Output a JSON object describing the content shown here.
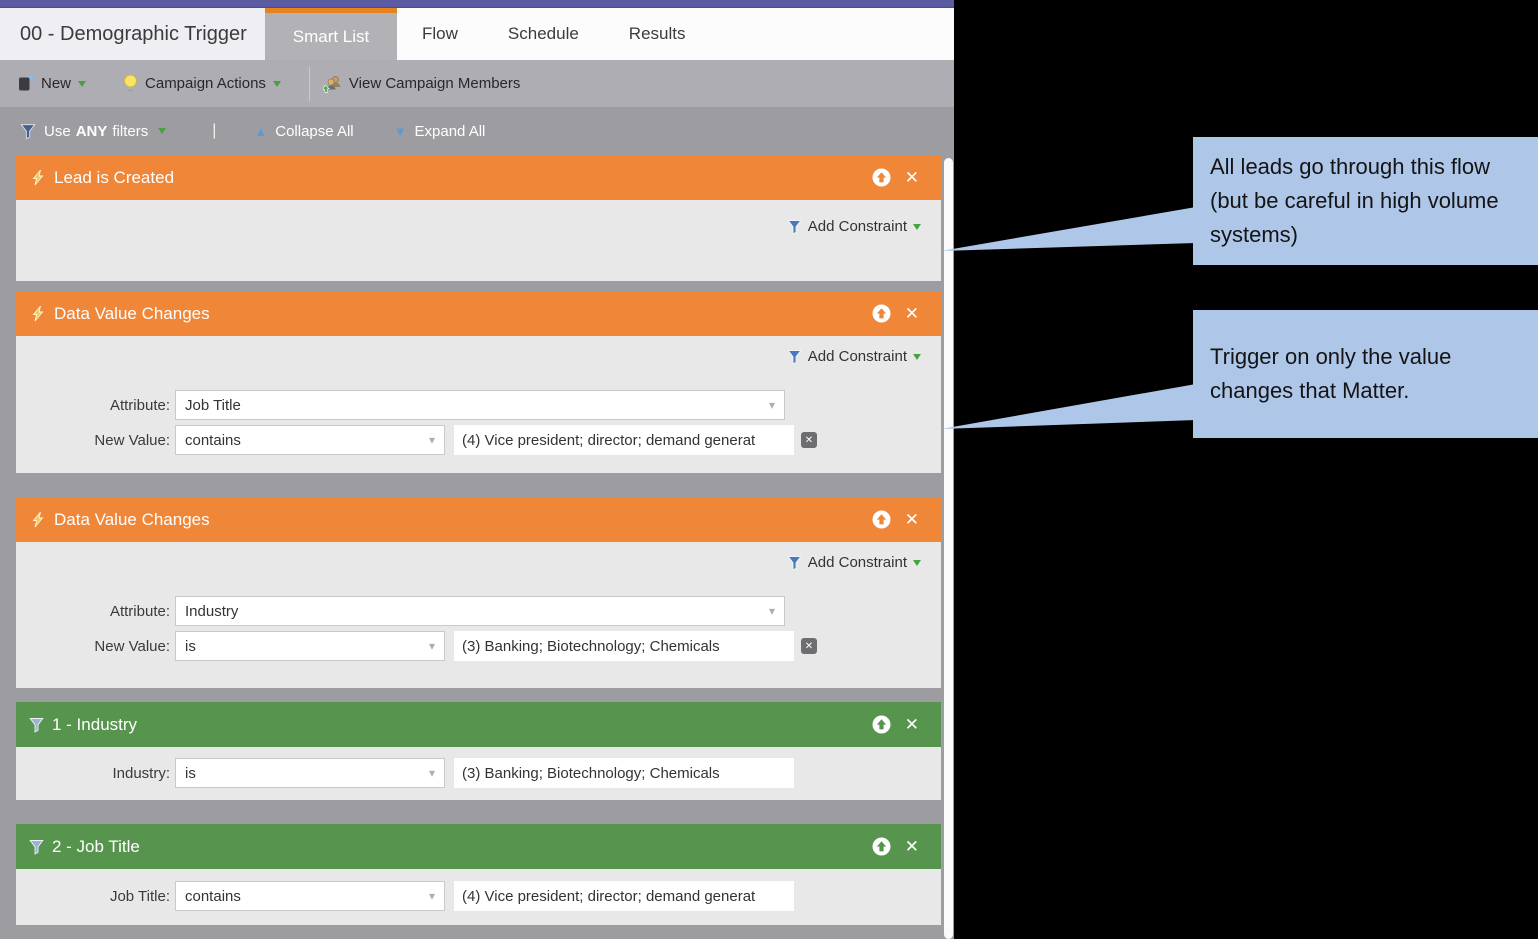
{
  "app": {
    "title": "00 - Demographic Trigger",
    "tabs": [
      {
        "label": "Smart List",
        "active": true
      },
      {
        "label": "Flow",
        "active": false
      },
      {
        "label": "Schedule",
        "active": false
      },
      {
        "label": "Results",
        "active": false
      }
    ],
    "toolbar": {
      "new_label": "New",
      "campaign_actions_label": "Campaign Actions",
      "view_campaign_members_label": "View Campaign Members",
      "icons": [
        "notebook-icon",
        "lightbulb-icon",
        "people-add-icon",
        "green-dropdown-arrow"
      ]
    },
    "filter_bar": {
      "funnel_icon": "funnel-icon",
      "use_prefix": "Use",
      "mode": "ANY",
      "use_suffix": "filters",
      "divider": "|",
      "collapse_all_label": "Collapse All",
      "expand_all_label": "Expand All"
    }
  },
  "cards": [
    {
      "type": "trigger",
      "title": "Lead is Created",
      "add_constraint_label": "Add Constraint",
      "rows": []
    },
    {
      "type": "trigger",
      "title": "Data Value Changes",
      "add_constraint_label": "Add Constraint",
      "rows": [
        {
          "label": "Attribute:",
          "select_value": "Job Title"
        },
        {
          "label": "New Value:",
          "select_value": "contains",
          "text_value": "(4) Vice president; director; demand generat",
          "removable": true
        }
      ]
    },
    {
      "type": "trigger",
      "title": "Data Value Changes",
      "add_constraint_label": "Add Constraint",
      "rows": [
        {
          "label": "Attribute:",
          "select_value": "Industry"
        },
        {
          "label": "New Value:",
          "select_value": "is",
          "text_value": "(3) Banking; Biotechnology; Chemicals",
          "removable": true
        }
      ]
    },
    {
      "type": "filter",
      "title": "1 - Industry",
      "rows": [
        {
          "label": "Industry:",
          "select_value": "is",
          "text_value": "(3) Banking; Biotechnology; Chemicals"
        }
      ]
    },
    {
      "type": "filter",
      "title": "2 - Job Title",
      "rows": [
        {
          "label": "Job Title:",
          "select_value": "contains",
          "text_value": "(4) Vice president; director; demand generat"
        }
      ]
    }
  ],
  "callouts": [
    {
      "text": "All leads go through this flow\n(but be careful in high volume\nsystems)"
    },
    {
      "text": "Trigger on only the value\nchanges that Matter."
    }
  ],
  "colors": {
    "titlebar_purple": "#5b5ba3",
    "active_tab_accent_orange": "#e8821e",
    "trigger_header_orange": "#ef8638",
    "filter_header_green": "#57944e",
    "toolbar_gray": "#aeadb3",
    "canvas_gray": "#9d9ca1",
    "card_body_gray": "#e9e8e9",
    "callout_blue": "#aec6e8"
  }
}
